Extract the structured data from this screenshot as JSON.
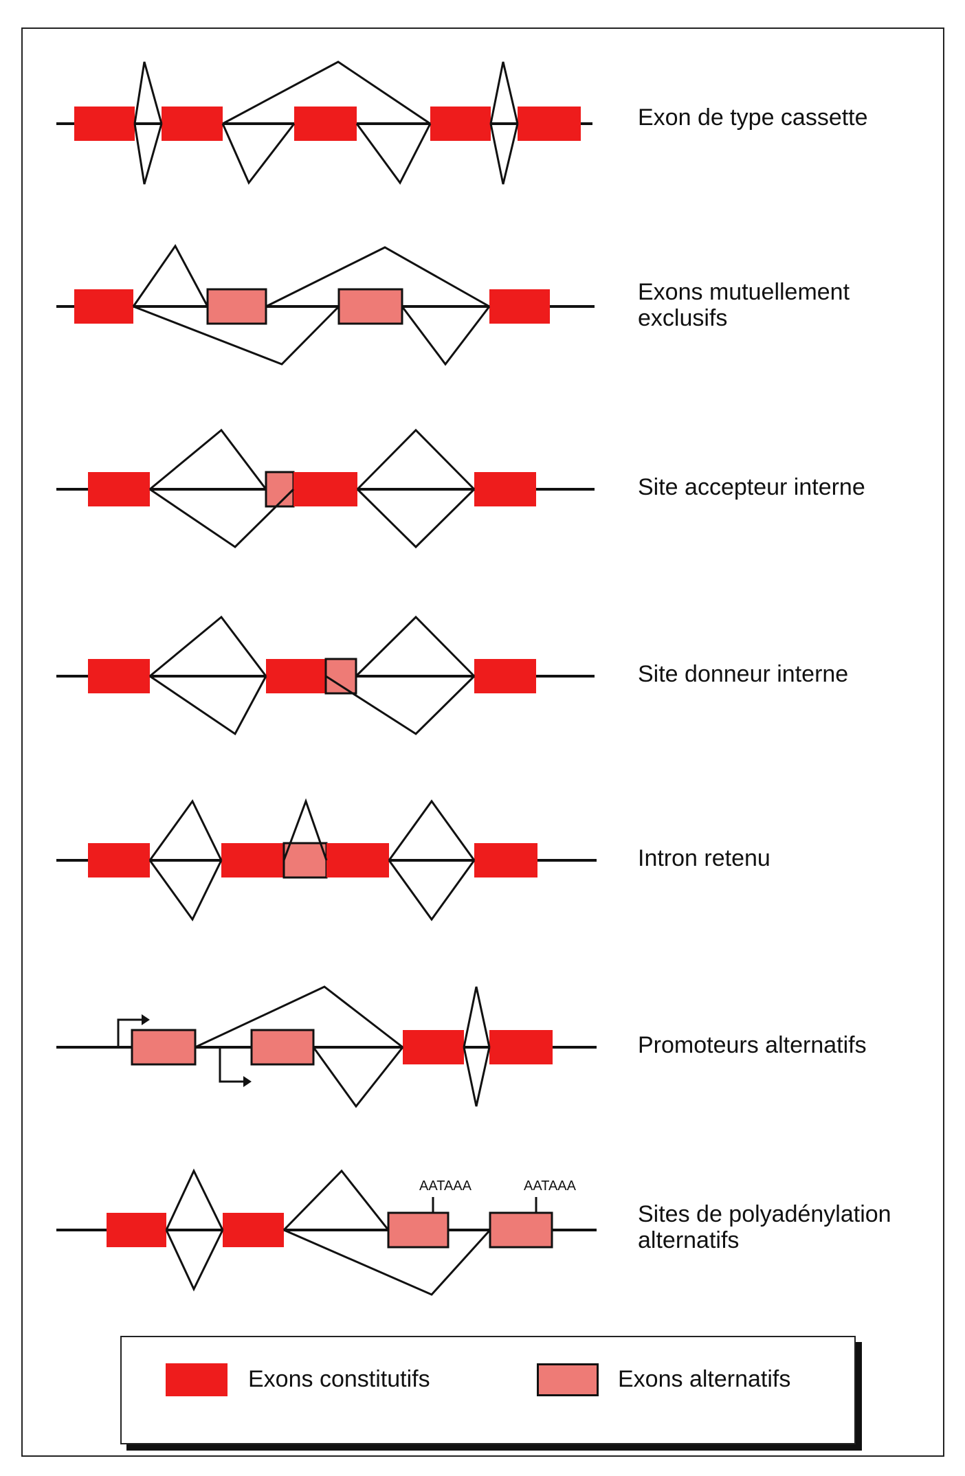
{
  "colors": {
    "constitutive": "#ee1c1c",
    "alternative": "#ee7b76",
    "line": "#111111"
  },
  "rows": [
    {
      "name": "cassette",
      "label_lines": [
        "Exon de type cassette"
      ],
      "polyA_label": []
    },
    {
      "name": "mutually-exclusive",
      "label_lines": [
        "Exons mutuellement",
        "exclusifs"
      ],
      "polyA_label": []
    },
    {
      "name": "internal-acceptor",
      "label_lines": [
        "Site accepteur interne"
      ],
      "polyA_label": []
    },
    {
      "name": "internal-donor",
      "label_lines": [
        "Site donneur interne"
      ],
      "polyA_label": []
    },
    {
      "name": "intron-retention",
      "label_lines": [
        "Intron retenu"
      ],
      "polyA_label": []
    },
    {
      "name": "alternative-promoters",
      "label_lines": [
        "Promoteurs alternatifs"
      ],
      "polyA_label": []
    },
    {
      "name": "alternative-polyadenylation",
      "label_lines": [
        "Sites de polyadénylation",
        "alternatifs"
      ],
      "polyA_label": [
        "AATAAA",
        "AATAAA"
      ]
    }
  ],
  "legend": {
    "constitutive_label": "Exons constitutifs",
    "alternative_label": "Exons alternatifs"
  }
}
